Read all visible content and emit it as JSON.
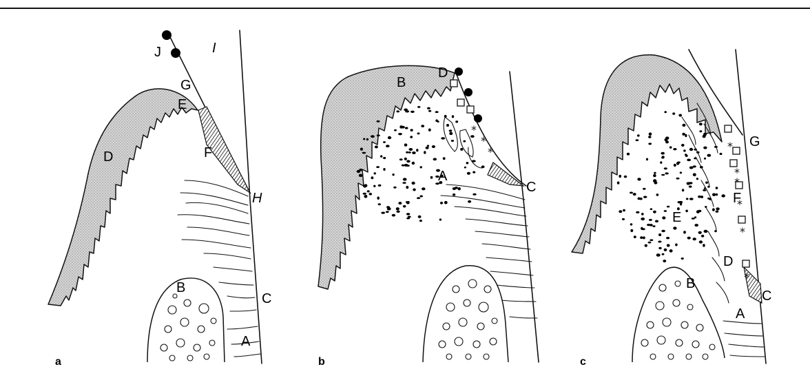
{
  "figure": {
    "panels": [
      {
        "id": "a",
        "panel_label": "a",
        "labels": {
          "I": "I",
          "J": "J",
          "G": "G",
          "E": "E",
          "D": "D",
          "F": "F",
          "H": "H",
          "B": "B",
          "C": "C",
          "A": "A"
        }
      },
      {
        "id": "b",
        "panel_label": "b",
        "labels": {
          "D": "D",
          "B": "B",
          "A": "A",
          "C": "C"
        }
      },
      {
        "id": "c",
        "panel_label": "c",
        "labels": {
          "G": "G",
          "E": "E",
          "F": "F",
          "D": "D",
          "B": "B",
          "C": "C",
          "A": "A"
        }
      }
    ],
    "colors": {
      "ink": "#111111",
      "stipple": "#bdbdbd",
      "background": "#ffffff"
    }
  }
}
